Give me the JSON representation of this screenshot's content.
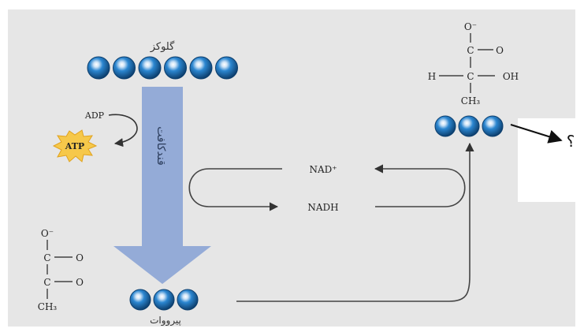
{
  "colors": {
    "panel_bg": "#e6e6e6",
    "white_box": "#ffffff",
    "carbon_fill": "#1e6fb3",
    "carbon_stroke": "#0d3f6e",
    "big_arrow": "#8fa8d6",
    "line": "#4a4a4a",
    "atp_star": "#f6c84a",
    "text": "#222222"
  },
  "labels": {
    "glucose": "گلوکز",
    "glycolysis": "قندکافت",
    "pyruvate": "پیرووات",
    "adp": "ADP",
    "atp": "ATP",
    "nad_plus": "NAD⁺",
    "nadh": "NADH",
    "question_mark": "؟"
  },
  "lactate_formula": {
    "top_o": "O⁻",
    "c1": "C",
    "o1": "O",
    "h": "H",
    "c2": "C",
    "oh": "OH",
    "ch3": "CH₃"
  },
  "pyruvate_formula": {
    "top_o": "O⁻",
    "c1": "C",
    "o1": "O",
    "c2": "C",
    "o2": "O",
    "ch3": "CH₃"
  },
  "molecules": {
    "glucose_carbons": 6,
    "pyruvate_carbons": 3,
    "lactate_carbons": 3
  },
  "icons": {
    "atp_burst": "starburst-icon",
    "carbon": "carbon-atom-icon"
  }
}
